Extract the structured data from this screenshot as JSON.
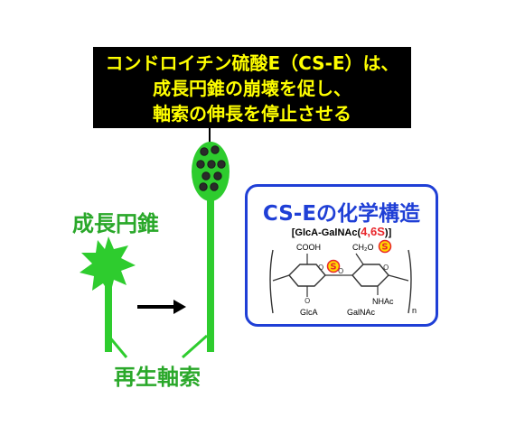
{
  "callout": {
    "line1": "コンドロイチン硫酸E（CS-E）は、",
    "line2": "成長円錐の崩壊を促し、",
    "line3": "軸索の伸長を停止させる"
  },
  "labels": {
    "growth_cone": "成長円錐",
    "regenerating_axon": "再生軸索"
  },
  "cse_box": {
    "title": "CS-Eの化学構造",
    "formula_prefix": "[GlcA-GalNAc(",
    "formula_highlight": "4,6S",
    "formula_suffix": ")]",
    "cooh": "COOH",
    "ch2o": "CH₂O",
    "nhac": "NHAc",
    "glca": "GlcA",
    "galnac": "GalNAc",
    "subscript_n": "n",
    "sulfate": "S"
  },
  "colors": {
    "axon_green": "#2ecc2e",
    "label_green": "#2aa82a",
    "callout_bg": "#000000",
    "callout_text": "#ffff00",
    "box_blue": "#1f3fd6",
    "sulfate_red": "#e8262b",
    "sulfate_yellow": "#ffd800"
  }
}
